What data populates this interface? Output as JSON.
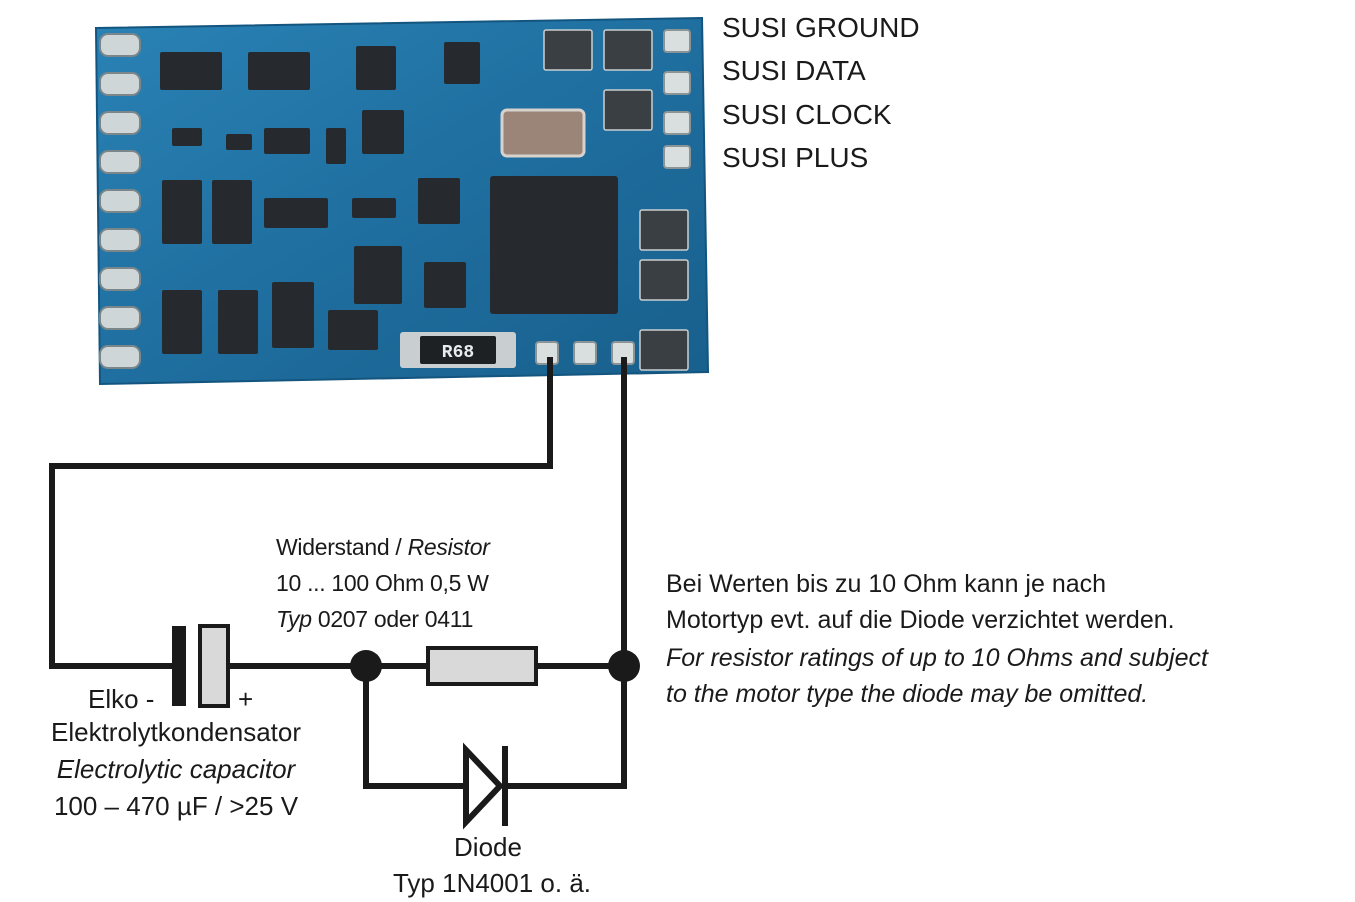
{
  "susi_labels": [
    "SUSI GROUND",
    "SUSI DATA",
    "SUSI CLOCK",
    "SUSI PLUS"
  ],
  "pcb": {
    "resistor_marking": "R68"
  },
  "resistor": {
    "title_de": "Widerstand /",
    "title_en": "Resistor",
    "value": "10 ... 100 Ohm  0,5 W",
    "type_prefix": "Typ",
    "type_value": "0207 oder 0411"
  },
  "capacitor": {
    "minus_label": "Elko -",
    "plus_label": "+",
    "name_de": "Elektrolytkondensator",
    "name_en": "Electrolytic capacitor",
    "rating": "100 – 470 µF / >25 V"
  },
  "diode": {
    "name": "Diode",
    "type": "Typ 1N4001 o. ä."
  },
  "note": {
    "de_line1": "Bei Werten bis zu 10 Ohm kann je nach",
    "de_line2": "Motortyp evt. auf die Diode verzichtet werden.",
    "en_line1": "For resistor ratings of up to 10 Ohms and subject",
    "en_line2": "to the motor type the diode may be omitted."
  },
  "colors": {
    "pcb": "#1f6fa0",
    "pad": "#d9dedf",
    "chip": "#262a2e",
    "wire": "#1a1a1a"
  }
}
